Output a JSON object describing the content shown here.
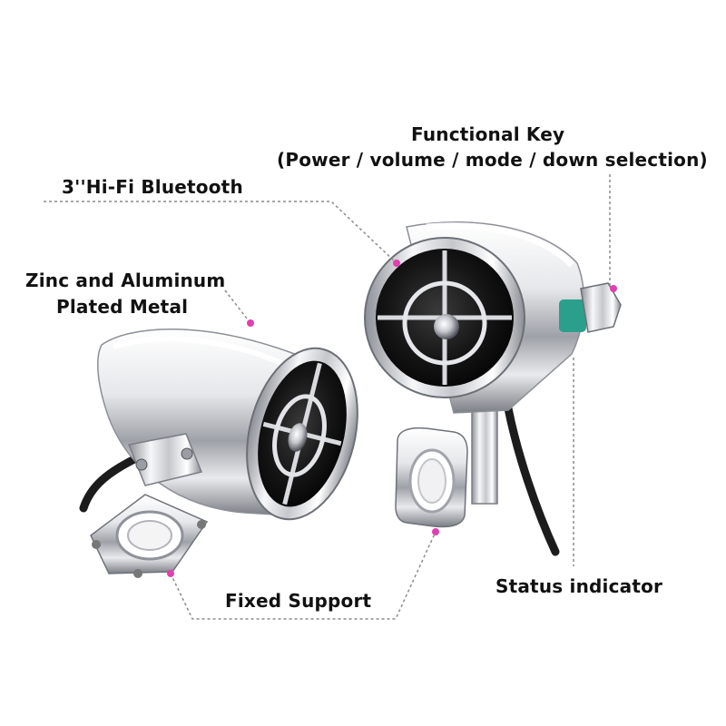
{
  "labels": {
    "functional_key_title": "Functional Key",
    "functional_key_detail": "(Power / volume / mode / down selection)",
    "hifi_bluetooth": "3''Hi-Fi Bluetooth",
    "zinc_line1": "Zinc and Aluminum",
    "zinc_line2": "Plated Metal",
    "fixed_support": "Fixed Support",
    "status_indicator": "Status indicator"
  },
  "colors": {
    "background": "#ffffff",
    "text": "#111111",
    "callout_line": "#8a8a8a",
    "callout_dot": "#e23fb0",
    "chrome_light": "#f2f2f4",
    "chrome_mid": "#b9bcc2",
    "chrome_dark": "#5e6168",
    "speaker_black": "#141414",
    "led_teal": "#2aa08c",
    "cable": "#1c1c1c"
  }
}
